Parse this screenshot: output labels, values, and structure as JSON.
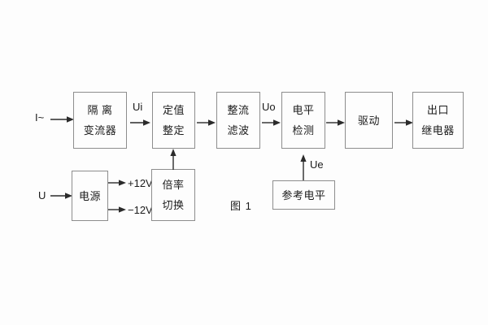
{
  "diagram": {
    "caption": "图 1",
    "background_color": "#fdfdfd",
    "line_color": "#8d8d8d",
    "text_color": "#1b1b1b",
    "blocks": [
      {
        "id": "isolation",
        "lines": [
          "隔 离",
          "变流器"
        ]
      },
      {
        "id": "setting",
        "lines": [
          "定值",
          "整定"
        ]
      },
      {
        "id": "rectify",
        "lines": [
          "整流",
          "滤波"
        ]
      },
      {
        "id": "level-detect",
        "lines": [
          "电平",
          "检测"
        ]
      },
      {
        "id": "drive",
        "lines": [
          "驱动"
        ]
      },
      {
        "id": "output-relay",
        "lines": [
          "出口",
          "继电器"
        ]
      },
      {
        "id": "power-supply",
        "lines": [
          "电源"
        ]
      },
      {
        "id": "multiplier-switch",
        "lines": [
          "倍率",
          "切换"
        ]
      },
      {
        "id": "reference-level",
        "lines": [
          "参考电平"
        ]
      }
    ],
    "signals": {
      "current_input": "I~",
      "voltage_input": "U",
      "ui": "Ui",
      "uo": "Uo",
      "ue": "Ue",
      "rail_positive": "+12V",
      "rail_negative": "−12V"
    }
  }
}
